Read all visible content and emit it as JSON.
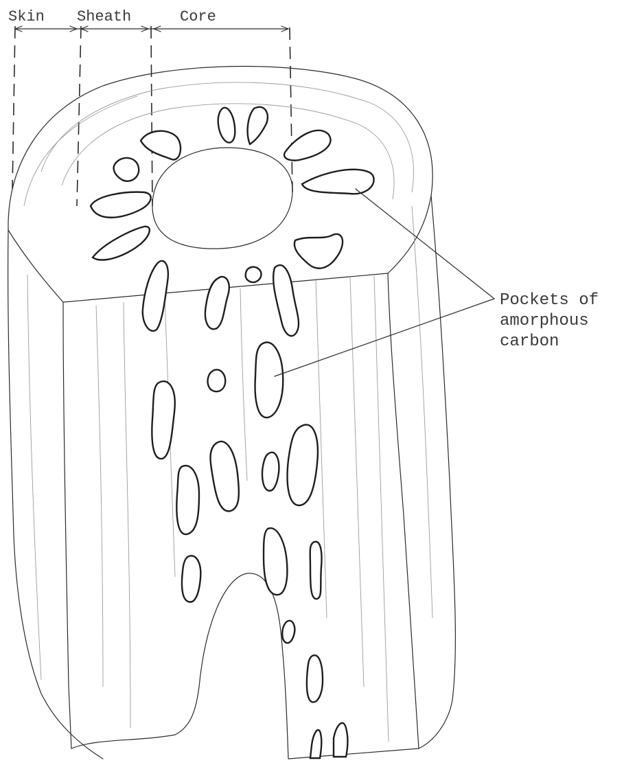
{
  "diagram": {
    "zones": [
      {
        "id": "skin",
        "label": "Skin"
      },
      {
        "id": "sheath",
        "label": "Sheath"
      },
      {
        "id": "core",
        "label": "Core"
      }
    ],
    "callout": {
      "lines": [
        "Pockets of",
        "amorphous",
        "carbon"
      ]
    }
  }
}
